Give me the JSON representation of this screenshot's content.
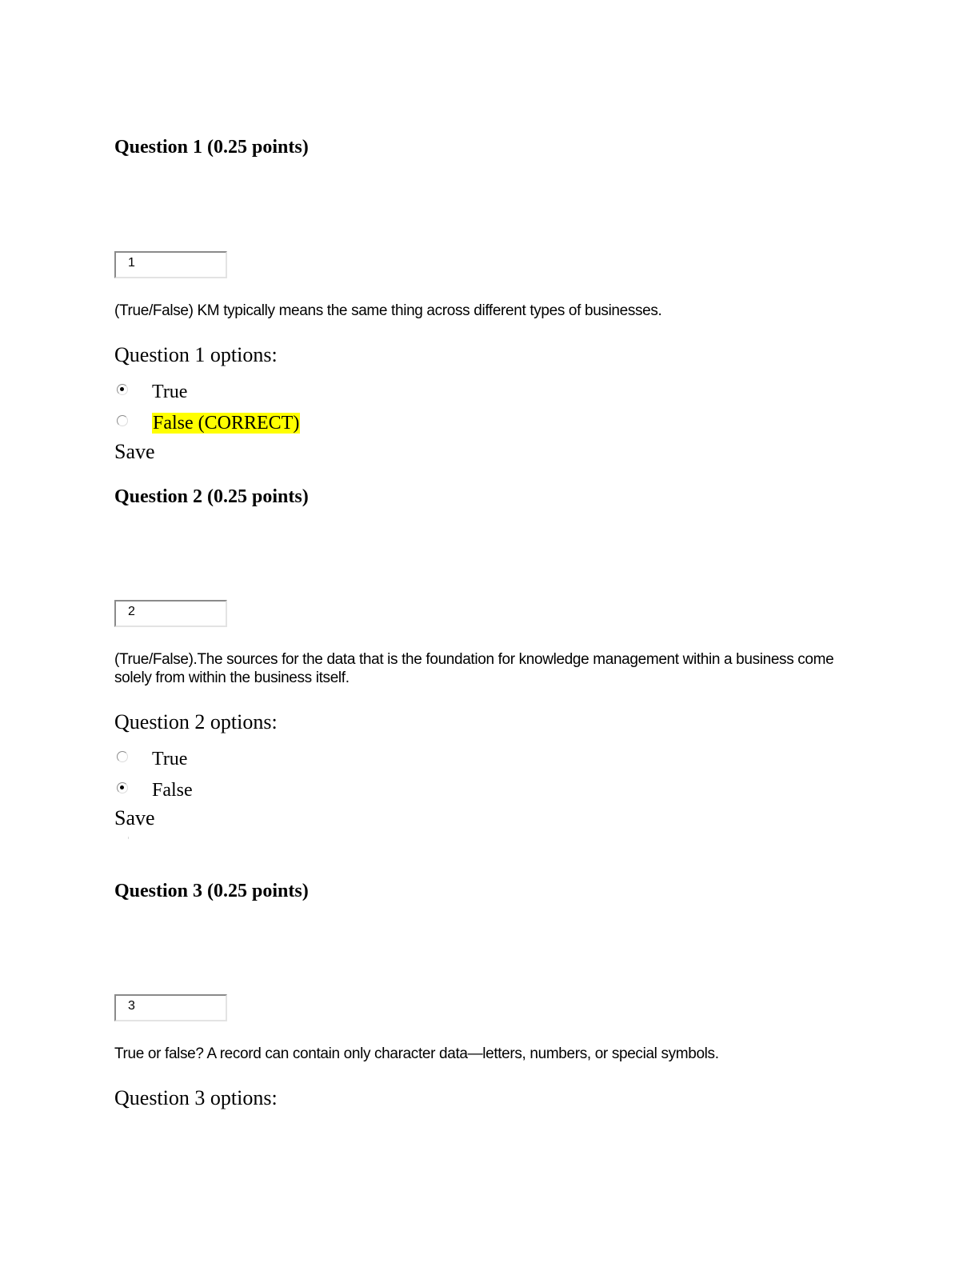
{
  "questions": [
    {
      "heading": "Question 1 (0.25 points)",
      "number_box": "1",
      "text": "(True/False) KM typically means the same thing across different types of businesses.",
      "options_heading": "Question 1 options:",
      "options": [
        {
          "label": "True",
          "selected": true,
          "highlighted": false
        },
        {
          "label": "False (CORRECT)",
          "selected": false,
          "highlighted": true
        }
      ],
      "save_label": "Save"
    },
    {
      "heading": "Question 2 (0.25 points)",
      "number_box": "2",
      "text": "(True/False).The sources for the data that is the foundation for knowledge management within a business come solely from within the business itself.",
      "options_heading": "Question 2 options:",
      "options": [
        {
          "label": "True",
          "selected": false,
          "highlighted": false
        },
        {
          "label": "False",
          "selected": true,
          "highlighted": false
        }
      ],
      "save_label": "Save"
    },
    {
      "heading": "Question 3 (0.25 points)",
      "number_box": "3",
      "text": "True or false? A record can contain only character data—letters, numbers, or special symbols.",
      "options_heading": "Question 3 options:"
    }
  ],
  "colors": {
    "highlight": "#ffff00"
  }
}
